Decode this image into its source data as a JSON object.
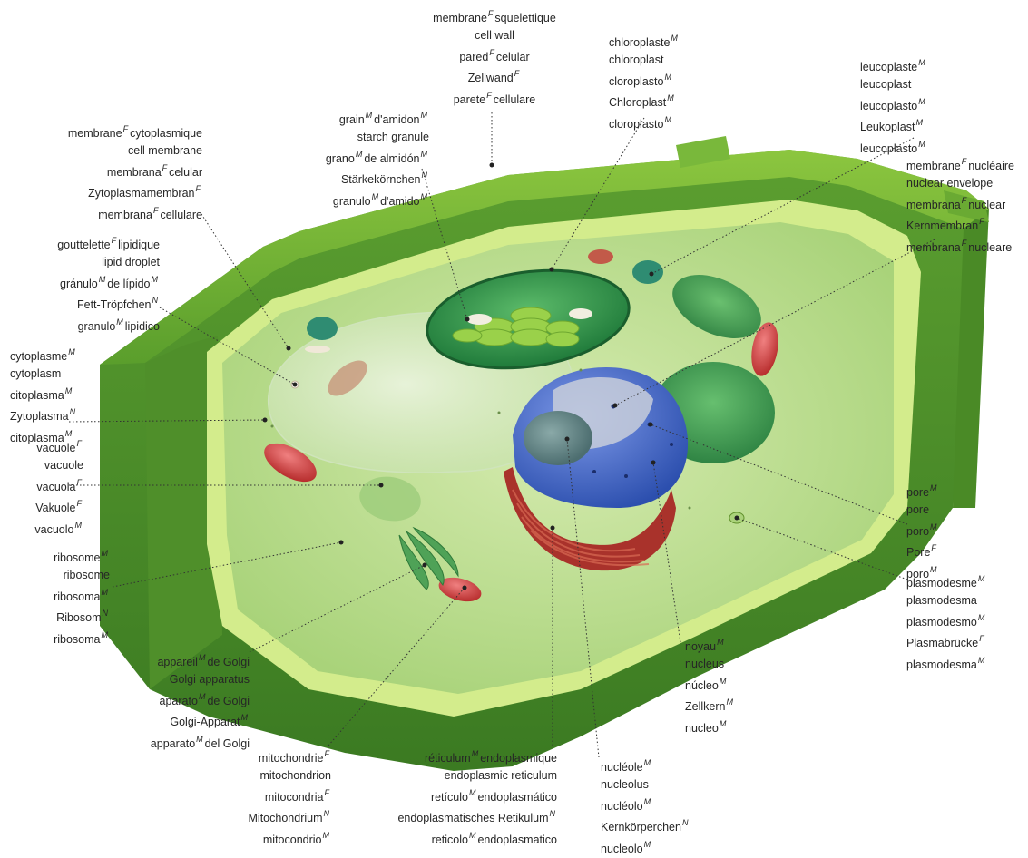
{
  "labels": {
    "cell_wall": [
      "membrane|F|squelettique",
      "cell wall",
      "pared|F|celular",
      "Zellwand|F|",
      "parete|F|cellulare"
    ],
    "chloroplast": [
      "chloroplaste|M|",
      "chloroplast",
      "cloroplasto|M|",
      "Chloroplast|M|",
      "cloroplasto|M|"
    ],
    "leucoplast": [
      "leucoplaste|M|",
      "leucoplast",
      "leucoplasto|M|",
      "Leukoplast|M|",
      "leucoplasto|M|"
    ],
    "cell_membrane": [
      "membrane|F|cytoplasmique",
      "cell membrane",
      "membrana|F|celular",
      "Zytoplasmamembran|F|",
      "membrana|F|cellulare"
    ],
    "starch_granule": [
      "grain|M|d'amidon|M|",
      "starch granule",
      "grano|M|de almidón|M|",
      "Stärkekörnchen|N|",
      "granulo|M|d'amido|M|"
    ],
    "nuclear_envelope": [
      "membrane|F|nucléaire",
      "nuclear envelope",
      "membrana|F|nuclear",
      "Kernmembran|F|",
      "membrana|F|nucleare"
    ],
    "lipid_droplet": [
      "gouttelette|F|lipidique",
      "lipid droplet",
      "gránulo|M|de lípido|M|",
      "Fett-Tröpfchen|N|",
      "granulo|M|lipidico"
    ],
    "cytoplasm": [
      "cytoplasme|M|",
      "cytoplasm",
      "citoplasma|M|",
      "Zytoplasma|N|",
      "citoplasma|M|"
    ],
    "vacuole": [
      "vacuole|F|",
      "vacuole",
      "vacuola|F|",
      "Vakuole|F|",
      "vacuolo|M|"
    ],
    "ribosome": [
      "ribosome|M|",
      "ribosome",
      "ribosoma|M|",
      "Ribosom|N|",
      "ribosoma|M|"
    ],
    "pore": [
      "pore|M|",
      "pore",
      "poro|M|",
      "Pore|F|",
      "poro|M|"
    ],
    "plasmodesma": [
      "plasmodesme|M|",
      "plasmodesma",
      "plasmodesmo|M|",
      "Plasmabrücke|F|",
      "plasmodesma|M|"
    ],
    "golgi": [
      "appareil|M|de Golgi",
      "Golgi apparatus",
      "aparato|M|de Golgi",
      "Golgi-Apparat|M|",
      "apparato|M|del Golgi"
    ],
    "nucleus": [
      "noyau|M|",
      "nucleus",
      "núcleo|M|",
      "Zellkern|M|",
      "nucleo|M|"
    ],
    "mitochondrion": [
      "mitochondrie|F|",
      "mitochondrion",
      "mitocondria|F|",
      "Mitochondrium|N|",
      "mitocondrio|M|"
    ],
    "er": [
      "réticulum|M|endoplasmique",
      "endoplasmic reticulum",
      "retículo|M|endoplasmático",
      "endoplasmatisches Retikulum|N|",
      "reticolo|M|endoplasmatico"
    ],
    "nucleolus": [
      "nucléole|M|",
      "nucleolus",
      "nucléolo|M|",
      "Kernkörperchen|N|",
      "nucleolo|M|"
    ]
  },
  "colors": {
    "cell_wall": "#5ea62f",
    "cytoplasm": "#b9dc8a",
    "chloroplast": "#2e8b45",
    "nucleus_envelope": "#3f64c4",
    "er": "#b33a32",
    "mitochondrion": "#c53a3a"
  }
}
